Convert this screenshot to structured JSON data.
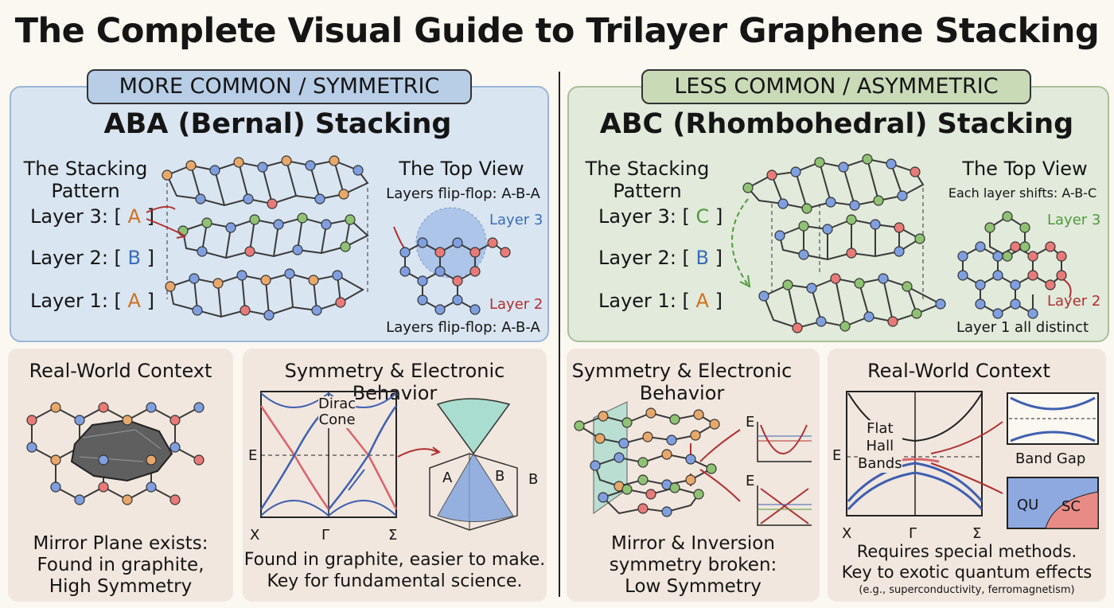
{
  "title": "The Complete Visual Guide to Trilayer Graphene Stacking",
  "colors": {
    "blue_panel": "#d9e5f1",
    "green_panel": "#e1eadb",
    "card": "#f1e7de",
    "letter_A": "#d0701e",
    "letter_B": "#3a6db8",
    "letter_C": "#4f9a3c",
    "atom_blue": "#7f9fe0",
    "atom_red": "#e87a78",
    "atom_green": "#8fc273",
    "atom_orange": "#e8a86a"
  },
  "left": {
    "badge": "MORE COMMON / SYMMETRIC",
    "heading": "ABA (Bernal) Stacking",
    "pattern_title_1": "The Stacking",
    "pattern_title_2": "Pattern",
    "layers": [
      {
        "prefix": "Layer 3: [",
        "letter": "A",
        "suffix": "]"
      },
      {
        "prefix": "Layer 2: [",
        "letter": "B",
        "suffix": "]"
      },
      {
        "prefix": "Layer 1: [",
        "letter": "A",
        "suffix": "]"
      }
    ],
    "top_view": {
      "title": "The Top View",
      "subtitle": "Layers flip-flop: A-B-A",
      "label_layer3": "Layer 3",
      "label_layer2": "Layer 2",
      "footer": "Layers flip-flop: A-B-A"
    },
    "context": {
      "title": "Real-World Context",
      "caption": [
        "Mirror Plane exists:",
        "Found in graphite,",
        "High Symmetry"
      ]
    },
    "behavior": {
      "title": "Symmetry & Electronic Behavior",
      "dirac_label": [
        "Dirac",
        "Cone"
      ],
      "axis_e": "E",
      "axis_x": [
        "X",
        "Γ",
        "Σ"
      ],
      "cone_a": "A",
      "cone_b": "B",
      "cube_b": "B",
      "caption": [
        "Found in graphite, easier to make.",
        "Key for fundamental science."
      ]
    }
  },
  "right": {
    "badge": "LESS COMMON / ASYMMETRIC",
    "heading": "ABC (Rhombohedral) Stacking",
    "pattern_title_1": "The Stacking",
    "pattern_title_2": "Pattern",
    "layers": [
      {
        "prefix": "Layer 3: [",
        "letter": "C",
        "suffix": "]"
      },
      {
        "prefix": "Layer 2: [",
        "letter": "B",
        "suffix": "]"
      },
      {
        "prefix": "Layer 1: [",
        "letter": "A",
        "suffix": "]"
      }
    ],
    "top_view": {
      "title": "The Top View",
      "subtitle": "Each layer shifts: A-B-C",
      "label_layer3": "Layer 3",
      "label_layer2": "Layer 2",
      "footer": "Layer 1 all distinct"
    },
    "behavior": {
      "title": [
        "Symmetry & Electronic",
        "Behavior"
      ],
      "axis_e": "E",
      "caption": [
        "Mirror & Inversion",
        "symmetry broken:",
        "Low Symmetry"
      ]
    },
    "context": {
      "title": "Real-World Context",
      "flat_label": [
        "Flat",
        "Hall",
        "Bands"
      ],
      "axis_e": "E",
      "axis_x": [
        "X",
        "Γ",
        "Σ"
      ],
      "band_gap": "Band Gap",
      "qu": "QU",
      "sc": "SC",
      "caption": [
        "Requires special methods.",
        "Key to exotic quantum effects"
      ],
      "caption_small": "(e.g., superconductivity, ferromagnetism)"
    }
  }
}
